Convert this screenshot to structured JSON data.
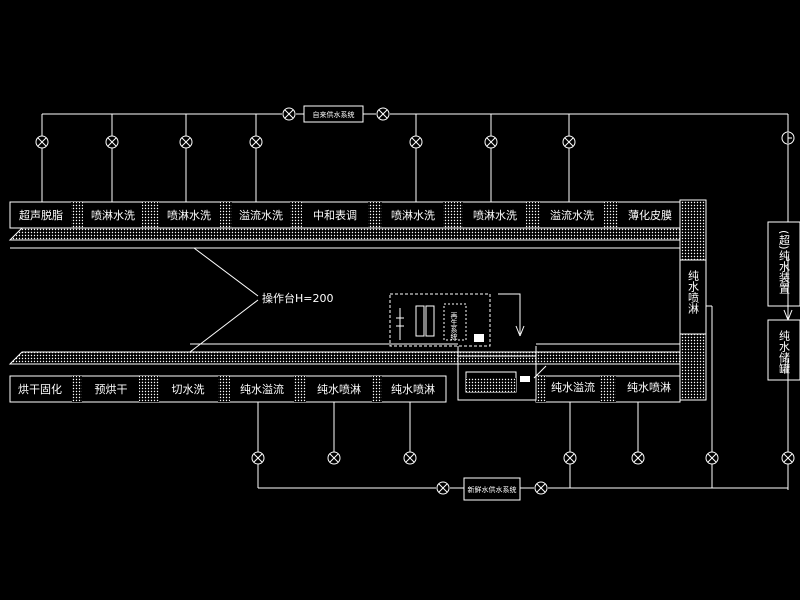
{
  "top_row": [
    "超声脱脂",
    "喷淋水洗",
    "喷淋水洗",
    "溢流水洗",
    "中和表调",
    "喷淋水洗",
    "喷淋水洗",
    "溢流水洗",
    "薄化皮膜"
  ],
  "bottom_row_left": [
    "烘干固化",
    "预烘干",
    "切水洗",
    "纯水溢流",
    "纯水喷淋",
    "纯水喷淋"
  ],
  "bottom_row_right": [
    "纯水溢流",
    "纯水喷淋"
  ],
  "vertical_station": "纯水喷淋",
  "top_system": "自来供水系统",
  "bottom_system": "新鲜水供水系统",
  "right_upper": "(超)纯水装置",
  "right_lower": "纯水储罐",
  "platform_label": "操作台H=200",
  "equipment_label": "再生系统"
}
